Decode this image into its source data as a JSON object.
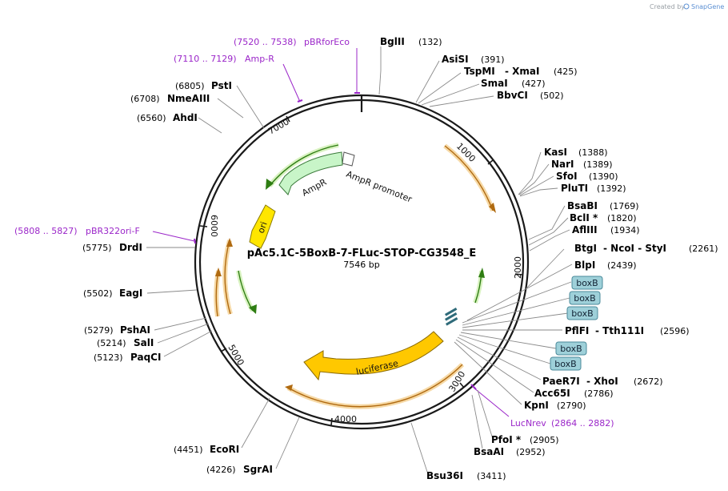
{
  "header": {
    "created_by": "Created by",
    "brand": "SnapGene"
  },
  "map": {
    "name": "pAc5.1C-5BoxB-7-FLuc-STOP-CG3548_E",
    "length": 7546,
    "length_label": "7546 bp"
  },
  "ticks": [
    "1000",
    "2000",
    "3000",
    "4000",
    "5000",
    "6000",
    "7000"
  ],
  "enzymes": [
    {
      "name": "BglII",
      "pos": "(132)"
    },
    {
      "name": "AsiSI",
      "pos": "(391)"
    },
    {
      "name": "TspMI",
      "sep": "- XmaI",
      "pos": "(425)"
    },
    {
      "name": "SmaI",
      "pos": "(427)"
    },
    {
      "name": "BbvCI",
      "pos": "(502)"
    },
    {
      "name": "KasI",
      "pos": "(1388)"
    },
    {
      "name": "NarI",
      "pos": "(1389)"
    },
    {
      "name": "SfoI",
      "pos": "(1390)"
    },
    {
      "name": "PluTI",
      "pos": "(1392)"
    },
    {
      "name": "BsaBI",
      "pos": "(1769)"
    },
    {
      "name": "BclI *",
      "pos": "(1820)"
    },
    {
      "name": "AflIII",
      "pos": "(1934)"
    },
    {
      "name": "BtgI",
      "sep": "- NcoI - StyI",
      "pos": "(2261)"
    },
    {
      "name": "BlpI",
      "pos": "(2439)"
    },
    {
      "name": "PflFI",
      "sep": "- Tth111I",
      "pos": "(2596)"
    },
    {
      "name": "PaeR7I",
      "sep": "- XhoI",
      "pos": "(2672)"
    },
    {
      "name": "Acc65I",
      "pos": "(2786)"
    },
    {
      "name": "KpnI",
      "pos": "(2790)"
    },
    {
      "name": "PfoI *",
      "pos": "(2905)"
    },
    {
      "name": "BsaAI",
      "pos": "(2952)"
    },
    {
      "name": "Bsu36I",
      "pos": "(3411)"
    },
    {
      "name": "SgrAI",
      "pos": "(4226)"
    },
    {
      "name": "EcoRI",
      "pos": "(4451)"
    },
    {
      "name": "PaqCI",
      "pos": "(5123)"
    },
    {
      "name": "SalI",
      "pos": "(5214)"
    },
    {
      "name": "PshAI",
      "pos": "(5279)"
    },
    {
      "name": "EagI",
      "pos": "(5502)"
    },
    {
      "name": "DrdI",
      "pos": "(5775)"
    },
    {
      "name": "AhdI",
      "pos": "(6560)"
    },
    {
      "name": "NmeAIII",
      "pos": "(6708)"
    },
    {
      "name": "PstI",
      "pos": "(6805)"
    }
  ],
  "primers": [
    {
      "name": "pBRforEco",
      "range": "(7520 .. 7538)"
    },
    {
      "name": "Amp-R",
      "range": "(7110 .. 7129)"
    },
    {
      "name": "pBR322ori-F",
      "range": "(5808 .. 5827)"
    },
    {
      "name": "LucNrev",
      "range": "(2864 .. 2882)"
    }
  ],
  "features": {
    "ampr_promoter": "AmpR promoter",
    "ampr": "AmpR",
    "ori": "ori",
    "luciferase": "luciferase",
    "boxb": [
      "boxB",
      "boxB",
      "boxB",
      "boxB",
      "boxB"
    ]
  },
  "colors": {
    "backbone": "#1a1a1a",
    "primer": "#9b27c9",
    "orange_feature": "#e8a235",
    "green_feature": "#5aaa1e",
    "ampr_fill": "#c8f5c8",
    "ori_fill": "#ffe600",
    "luciferase_fill": "#ffc800",
    "boxb_fill": "#9ed0d9",
    "leader": "#8a8a8a"
  }
}
